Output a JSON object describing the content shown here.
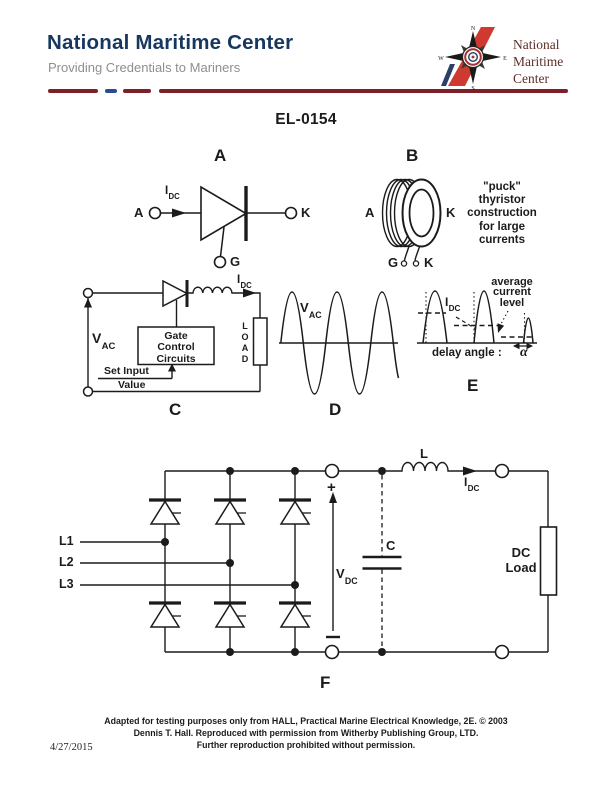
{
  "header": {
    "title": "National Maritime Center",
    "subtitle": "Providing Credentials to Mariners",
    "logo": {
      "lines": [
        "National",
        "Maritime",
        "Center"
      ],
      "compass": {
        "n": "N",
        "e": "E",
        "s": "S",
        "w": "W"
      }
    }
  },
  "doc_code": "EL-0154",
  "figures": {
    "a": {
      "label": "A",
      "anode": "A",
      "cathode": "K",
      "gate": "G",
      "idc": {
        "base": "I",
        "sub": "DC"
      }
    },
    "b": {
      "label": "B",
      "anode": "A",
      "cathode": "K",
      "gate": "G",
      "cathode_lead": "K",
      "caption": [
        "\"puck\"",
        "thyristor",
        "construction",
        "for large",
        "currents"
      ]
    },
    "c": {
      "label": "C",
      "vac": {
        "base": "V",
        "sub": "AC"
      },
      "idc": {
        "base": "I",
        "sub": "DC"
      },
      "gate_box": [
        "Gate",
        "Control",
        "Circuits"
      ],
      "set_input": [
        "Set Input",
        "Value"
      ],
      "load": [
        "L",
        "O",
        "A",
        "D"
      ]
    },
    "d": {
      "label": "D",
      "vac": {
        "base": "V",
        "sub": "AC"
      }
    },
    "e": {
      "label": "E",
      "idc": {
        "base": "I",
        "sub": "DC"
      },
      "avg": [
        "average",
        "current",
        "level"
      ],
      "delay": "delay angle :",
      "alpha": "α"
    },
    "f": {
      "label": "F",
      "phases": [
        "L1",
        "L2",
        "L3"
      ],
      "plus": "+",
      "inductor": "L",
      "capacitor": "C",
      "vdc": {
        "base": "V",
        "sub": "DC"
      },
      "idc": {
        "base": "I",
        "sub": "DC"
      },
      "load": [
        "DC",
        "Load"
      ]
    }
  },
  "footer": {
    "lines": [
      "Adapted for testing purposes only from HALL, Practical Marine Electrical Knowledge, 2E. © 2003",
      "Dennis T. Hall. Reproduced with permission from Witherby Publishing Group, LTD.",
      "Further reproduction prohibited without permission."
    ],
    "date": "4/27/2015"
  },
  "colors": {
    "brand_blue": "#17375e",
    "subtitle_gray": "#8f8f8f",
    "divider_maroon": "#7d2027",
    "divider_blue": "#2a4a91",
    "logo_red": "#cf3a30",
    "logo_text": "#5e2f28",
    "ink": "#1b1b1b"
  }
}
